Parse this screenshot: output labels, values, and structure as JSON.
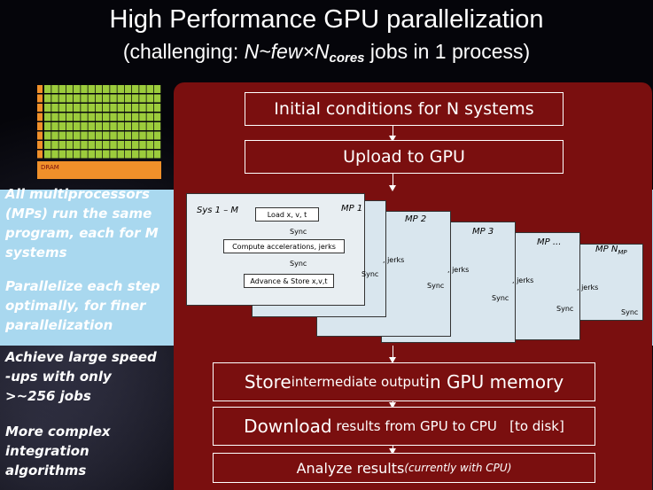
{
  "title": "High Performance GPU parallelization",
  "subtitle": {
    "pre": "(challenging: ",
    "n": "N~few×N",
    "sub": "cores",
    "post": " jobs in 1 process)"
  },
  "chip": {
    "dram_label": "DRAM"
  },
  "left_notes": [
    "All multiprocessors (MPs) run the same program, each for M systems",
    "Parallelize each step optimally, for finer parallelization",
    "Achieve large speed -ups with only >~256 jobs",
    "More complex integration algorithms"
  ],
  "flow": {
    "initial": "Initial conditions for N systems",
    "upload": "Upload to GPU",
    "store_big1": "Store",
    "store_small": " intermediate output ",
    "store_big2": "in GPU memory",
    "download_big": "Download",
    "download_small": " results from GPU to CPU   [to disk]",
    "analyze_big": "Analyze results",
    "analyze_small": " (currently with CPU)"
  },
  "mp": {
    "sys_label": "Sys 1 – M",
    "labels": [
      "MP 1",
      "MP 2",
      "MP 3",
      "MP ...",
      "MP N"
    ],
    "last_sub": "MP",
    "load": "Load x, v, t",
    "compute": "Compute accelerations, jerks",
    "advance": "Advance & Store x,v,t",
    "sync": "Sync",
    "jerks": ", jerks"
  },
  "colors": {
    "panel": "#7a0f0f",
    "band": "#a9d8ef",
    "chip_green": "#9ccc3c",
    "chip_orange": "#f0902a"
  }
}
